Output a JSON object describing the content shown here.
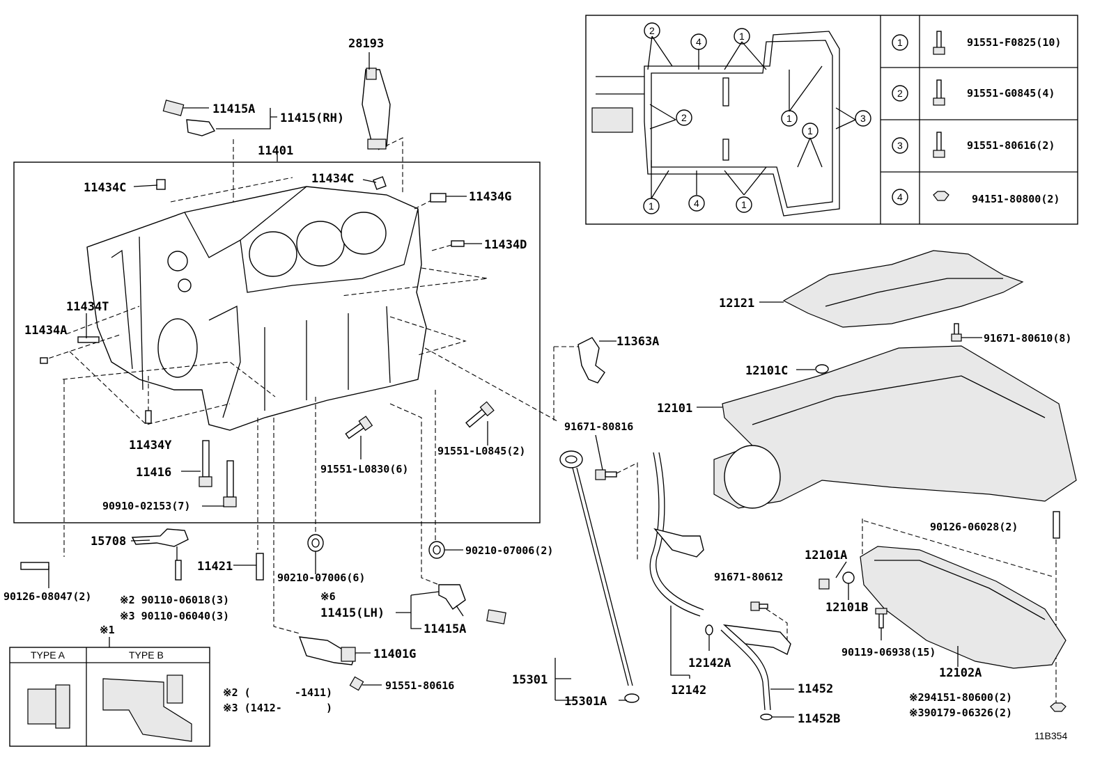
{
  "labels": {
    "p28193": "28193",
    "p11415A_top": "11415A",
    "p11415RH": "11415(RH)",
    "p11401": "11401",
    "p11434C_left": "11434C",
    "p11434C_right": "11434C",
    "p11434G": "11434G",
    "p11434D": "11434D",
    "p11434T": "11434T",
    "p11434A": "11434A",
    "p11434Y": "11434Y",
    "p11416": "11416",
    "p90910": "90910-02153(7)",
    "p91551L0830": "91551-L0830(6)",
    "p91551L0845": "91551-L0845(2)",
    "p15708": "15708",
    "p11421": "11421",
    "p90126_08047": "90126-08047(2)",
    "p90110_06018": "※2 90110-06018(3)",
    "p90110_06040": "※3 90110-06040(3)",
    "p90210_left": "90210-07006(6)",
    "p90210_right": "90210-07006(2)",
    "p_note6": "※6",
    "p11415LH": "11415(LH)",
    "p11415A_bot": "11415A",
    "p11401G": "11401G",
    "p91551_80616_bot": "91551-80616",
    "p_note1": "※1",
    "p_note2": "※2 (       -1411)",
    "p_note3": "※3 (1412-       )",
    "p11363A": "11363A",
    "p91671_80816": "91671-80816",
    "p15301": "15301",
    "p15301A": "15301A",
    "p12121": "12121",
    "p91671_80610": "91671-80610(8)",
    "p12101C": "12101C",
    "p12101": "12101",
    "p90126_06028": "90126-06028(2)",
    "p12101A": "12101A",
    "p12101B": "12101B",
    "p91671_80612": "91671-80612",
    "p90119_06938": "90119-06938(15)",
    "p12102A": "12102A",
    "p12142A": "12142A",
    "p12142": "12142",
    "p11452": "11452",
    "p11452B": "11452B",
    "p94151_80600": "※294151-80600(2)",
    "p90179_06326": "※390179-06326(2)",
    "ref_code": "11B354"
  },
  "type_table": {
    "col_a": "TYPE A",
    "col_b": "TYPE B"
  },
  "inset": {
    "legend": [
      {
        "num": "1",
        "part": "91551-F0825(10)"
      },
      {
        "num": "2",
        "part": "91551-G0845(4)"
      },
      {
        "num": "3",
        "part": "91551-80616(2)"
      },
      {
        "num": "4",
        "part": "94151-80800(2)"
      }
    ],
    "callouts": {
      "c2a": "2",
      "c4a": "4",
      "c1a": "1",
      "c2b": "2",
      "c1b": "1",
      "c3": "3",
      "c1c": "1",
      "c1d": "1",
      "c4b": "4",
      "c1e": "1"
    }
  }
}
